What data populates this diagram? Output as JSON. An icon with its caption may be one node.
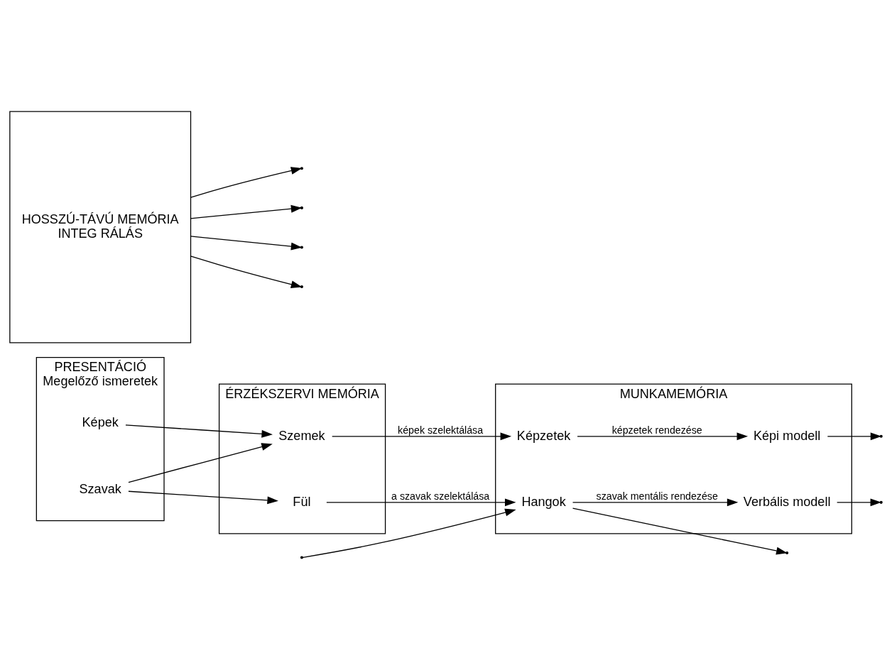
{
  "diagram": {
    "nodes": [
      {
        "text": [
          "PRESENTÁCIÓ",
          "Megelőző ismeretek"
        ]
      },
      {
        "text": [
          "Szavak"
        ],
        "in": 0
      },
      {
        "text": [
          "Képek"
        ],
        "in": 0
      },
      {
        "text": [
          "ÉRZÉKSZERVI MEMÓRIA"
        ]
      },
      {
        "text": [
          "Fül"
        ],
        "in": 3
      },
      {
        "text": [
          "Szemek"
        ],
        "in": 3
      },
      {
        "text": [
          "MUNKAMEMÓRIA"
        ]
      },
      {
        "text": [
          "Hangok"
        ],
        "in": 6
      },
      {
        "text": [
          "Verbális modell"
        ],
        "in": 6
      },
      {
        "text": [
          "Képzetek"
        ],
        "in": 6
      },
      {
        "text": [
          "Képi modell"
        ],
        "in": 6
      },
      {
        "text": [
          "HOSSZÚ-TÁVÚ MEMÓRIA",
          "INTEG RÁLÁS"
        ]
      }
    ],
    "edges": [
      {
        "from": 1,
        "to": 4,
        "arrow": "to"
      },
      {
        "from": 4,
        "to": 7,
        "arrow": "to",
        "label": "a szavak szelektálása"
      },
      {
        "from": 7,
        "to": 8,
        "arrow": "to",
        "label": "szavak mentális rendezése"
      },
      {
        "from": 1,
        "to": 5,
        "arrow": "to"
      },
      {
        "from": 7,
        "to": null,
        "arrow": "to"
      },
      {
        "from": null,
        "to": 7,
        "arrow": "to"
      },
      {
        "from": 8,
        "to": null,
        "arrow": "to"
      },
      {
        "from": 11,
        "to": null,
        "arrow": "to"
      },
      {
        "from": 10,
        "to": null,
        "arrow": "to"
      },
      {
        "from": 2,
        "to": 5,
        "arrow": "to"
      },
      {
        "from": 5,
        "to": 9,
        "arrow": "to",
        "label": "képek szelektálása"
      },
      {
        "from": 9,
        "to": 10,
        "arrow": "to",
        "label": "képzetek rendezése"
      },
      {
        "from": 11,
        "to": null,
        "arrow": "to"
      },
      {
        "from": 11,
        "to": null,
        "arrow": "to"
      },
      {
        "from": 11,
        "to": null,
        "arrow": "to"
      }
    ]
  }
}
